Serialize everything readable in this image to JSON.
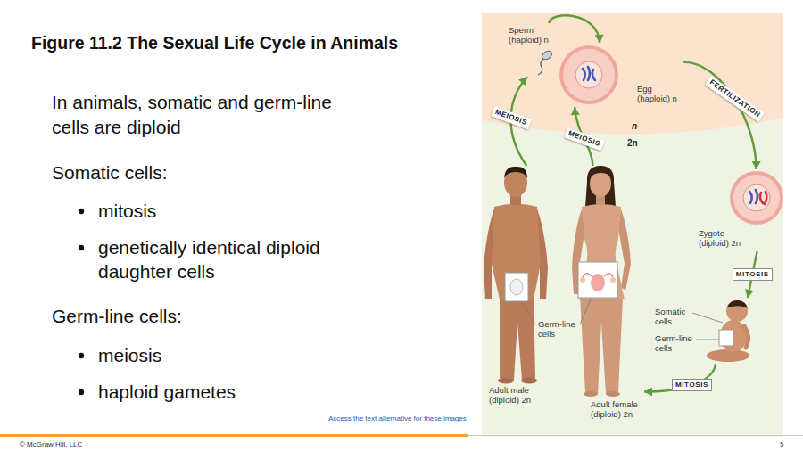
{
  "diagram": {
    "title": "Figure 11.2 The Sexual Life Cycle in Animals",
    "nodes": [
      {
        "text": [
          "Sperm (haploid) n"
        ]
      },
      {
        "text": [
          "Egg (haploid) n"
        ]
      },
      {
        "text": [
          "Zygote (diploid) 2n"
        ]
      },
      {
        "text": [
          "Somatic cells",
          "Germ-line cells"
        ]
      },
      {
        "text": [
          "Adult male (diploid) 2n"
        ]
      },
      {
        "text": [
          "Adult female (diploid) 2n"
        ]
      }
    ],
    "edges": [
      {
        "from": 4,
        "to": 0,
        "label": "MEIOSIS",
        "arrow": "to"
      },
      {
        "from": 5,
        "to": 1,
        "label": "MEIOSIS",
        "arrow": "to"
      },
      {
        "from": 0,
        "to": 1,
        "arrow": "to"
      },
      {
        "from": 1,
        "to": 2,
        "label": "FERTILIZATION",
        "arrow": "to"
      },
      {
        "from": 2,
        "to": 3,
        "label": "MITOSIS",
        "arrow": "to"
      },
      {
        "from": 3,
        "to": 5,
        "label": "MITOSIS",
        "arrow": "to"
      }
    ],
    "labels": [
      "In animals, somatic and germ-line cells are diploid",
      "Somatic cells:",
      "mitosis",
      "genetically identical diploid daughter cells",
      "Germ-line cells:",
      "meiosis",
      "haploid gametes",
      "n",
      "2n",
      "Germ-line cells",
      "Access the text alternative for these images",
      "© McGraw Hill, LLC",
      "5"
    ]
  }
}
